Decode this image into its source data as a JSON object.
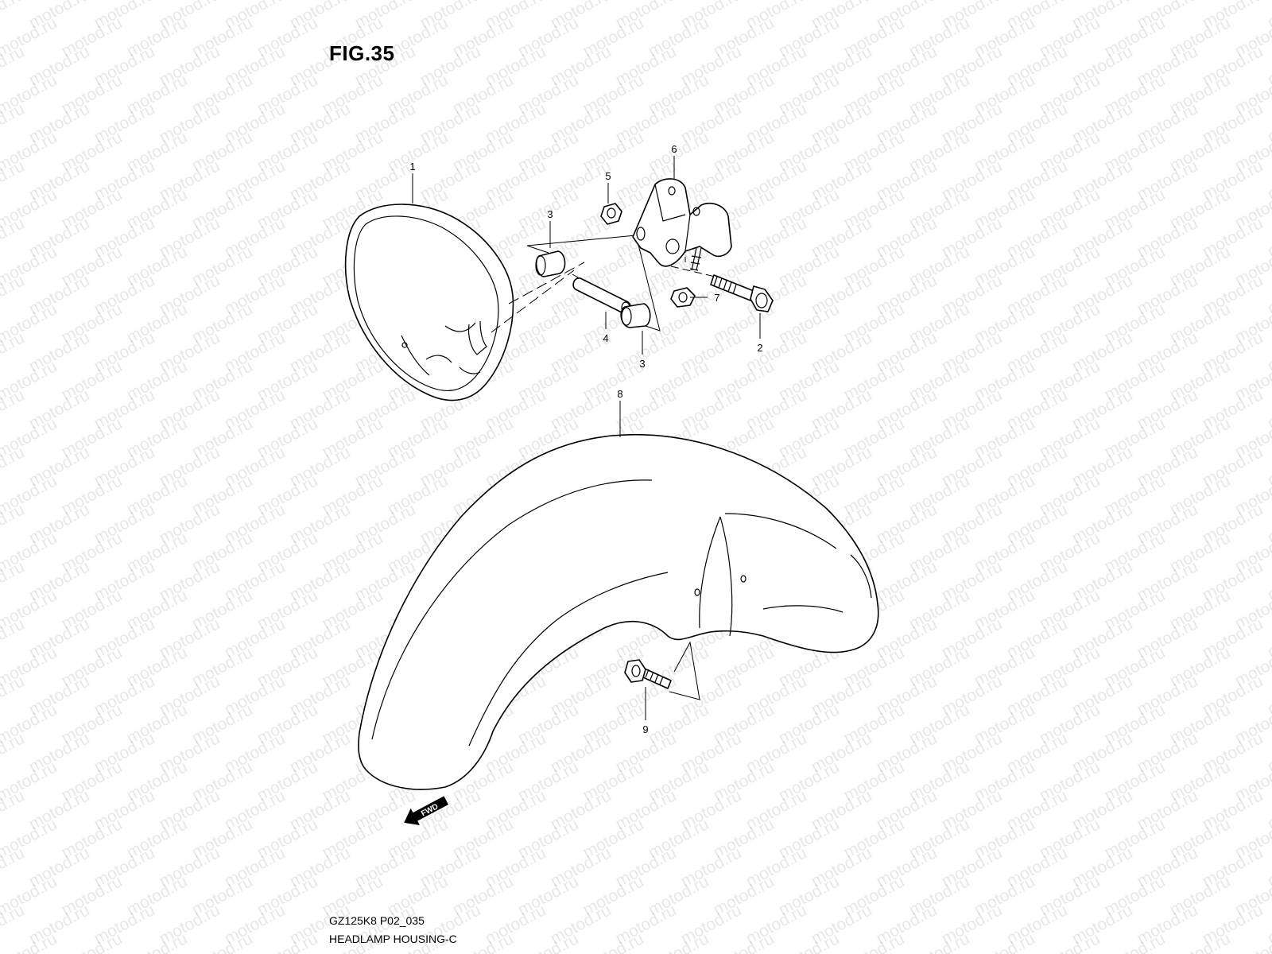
{
  "figure": {
    "title": "FIG.35",
    "model_code": "GZ125K8 P02_035",
    "description": "HEADLAMP HOUSING-C"
  },
  "watermark": {
    "text": "motod.ru"
  },
  "callouts": [
    {
      "number": "1",
      "part": "headlamp-housing"
    },
    {
      "number": "2",
      "part": "bolt"
    },
    {
      "number": "3",
      "part": "cushion-upper"
    },
    {
      "number": "3",
      "part": "cushion-lower"
    },
    {
      "number": "4",
      "part": "spacer"
    },
    {
      "number": "5",
      "part": "nut"
    },
    {
      "number": "6",
      "part": "bracket"
    },
    {
      "number": "7",
      "part": "nut"
    },
    {
      "number": "8",
      "part": "front-fender"
    },
    {
      "number": "9",
      "part": "bolt"
    }
  ],
  "fwd_arrow": {
    "label": "FWD"
  },
  "colors": {
    "line": "#000000",
    "background": "#ffffff",
    "watermark": "#d6d6d6"
  }
}
